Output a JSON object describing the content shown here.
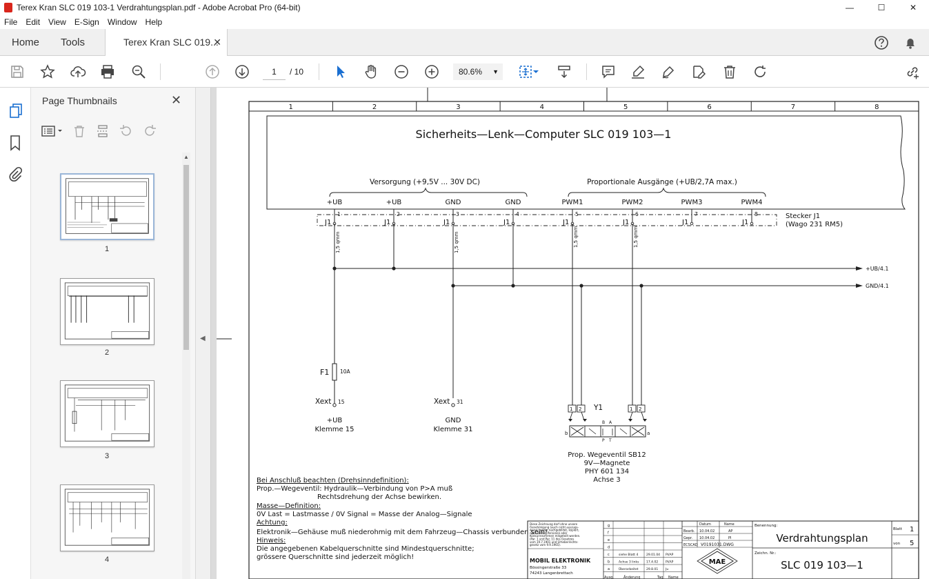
{
  "window": {
    "title": "Terex Kran SLC 019 103-1 Verdrahtungsplan.pdf - Adobe Acrobat Pro (64-bit)",
    "minimize": "—",
    "maximize": "☐",
    "close": "✕"
  },
  "menu": [
    "File",
    "Edit",
    "View",
    "E-Sign",
    "Window",
    "Help"
  ],
  "tabs": {
    "home": "Home",
    "tools": "Tools",
    "document": "Terex Kran SLC 019...",
    "close": "✕"
  },
  "toolbar": {
    "page_current": "1",
    "page_total": "/ 10",
    "zoom": "80.6%"
  },
  "thumbnails": {
    "panel_title": "Page Thumbnails",
    "close": "✕",
    "pages": [
      "1",
      "2",
      "3",
      "4"
    ]
  },
  "schematic": {
    "columns": [
      "1",
      "2",
      "3",
      "4",
      "5",
      "6",
      "7",
      "8"
    ],
    "title": "Sicherheits—Lenk—Computer SLC 019 103—1",
    "supply_group": "Versorgung (+9,5V ... 30V DC)",
    "prop_group": "Proportionale Ausgänge (+UB/2,7A max.)",
    "pins": [
      {
        "name": "+UB",
        "num": "1",
        "conn": "J1"
      },
      {
        "name": "+UB",
        "num": "2",
        "conn": "J1"
      },
      {
        "name": "GND",
        "num": "3",
        "conn": "J1"
      },
      {
        "name": "GND",
        "num": "4",
        "conn": "J1"
      },
      {
        "name": "PWM1",
        "num": "5",
        "conn": "J1"
      },
      {
        "name": "PWM2",
        "num": "6",
        "conn": "J1"
      },
      {
        "name": "PWM3",
        "num": "7",
        "conn": "J1"
      },
      {
        "name": "PWM4",
        "num": "8",
        "conn": "J1"
      }
    ],
    "connector_name": "Stecker J1",
    "connector_type": "(Wago 231 RM5)",
    "wire_size": "1,5 qmm",
    "bus_ub": "+UB/4.1",
    "bus_gnd": "GND/4.1",
    "fuse": "F1",
    "fuse_rating": "10A",
    "xext_ub": "Xext",
    "xext_ub_num": "15",
    "xext_gnd": "Xext",
    "xext_gnd_num": "31",
    "term_ub": "+UB",
    "term_ub_sub": "Klemme 15",
    "term_gnd": "GND",
    "term_gnd_sub": "Klemme 31",
    "valve_label": "Y1",
    "valve_lines": [
      "Prop. Wegeventil SB12",
      "9V—Magnete",
      "PHY 601 134",
      "Achse 3"
    ],
    "notes": [
      "Bei Anschluß beachten (Drehsinndefinition):",
      "Prop.—Wegeventil:  Hydraulik—Verbindung von P>A muß",
      "Rechtsdrehung der Achse bewirken.",
      "Masse—Definition:",
      "0V Last = Lastmasse / 0V Signal = Masse der Analog—Signale",
      "Achtung:",
      "Elektronik—Gehäuse muß niederohmig mit dem Fahrzeug—Chassis verbunden sein!",
      "Hinweis:",
      "Die angegebenen Kabelquerschnitte sind Mindestquerschnitte;",
      "grössere Querschnitte sind jederzeit möglich!"
    ],
    "titleblock": {
      "drawing_title": "Verdrahtungsplan",
      "drawing_number": "SLC 019 103—1",
      "benennung": "Benennung:",
      "zeichnr": "Zeichn. Nr.:",
      "blatt_label": "Blatt",
      "blatt": "1",
      "von_label": "von",
      "von": "5",
      "company": "MOBIL ELEKTRONIK",
      "street": "Bössingerstraße 33",
      "city": "74243 Langenbrettach",
      "logo_text": "MAE",
      "file": "V0191031.DWG",
      "cad": "ECSCAD",
      "copyright": [
        "Diese Zeichnung darf ohne unsere",
        "Genehmigung (auch nicht auszugs-",
        "weise) weder nachgebildet, kopiert,",
        "noch dritten Personen oder",
        "Konkurrenzfirmen mitgeteilt werden.",
        "(Par. 1 und Par. 11 des Gesetzes",
        "vom 19.7.1901 und Urheberrechts-",
        "gesetz vom 9.9.1965)."
      ],
      "head_datum": "Datum",
      "head_name": "Name",
      "rows": [
        {
          "label": "Bearb.",
          "date": "10.04.02",
          "name": "AP"
        },
        {
          "label": "Gepr.",
          "date": "10.04.02",
          "name": "PI"
        }
      ],
      "revisions": [
        {
          "idx": "g",
          "text": "",
          "date": "",
          "name": ""
        },
        {
          "idx": "f",
          "text": "",
          "date": "",
          "name": ""
        },
        {
          "idx": "e",
          "text": "",
          "date": "",
          "name": ""
        },
        {
          "idx": "d",
          "text": "",
          "date": "",
          "name": ""
        },
        {
          "idx": "c",
          "text": "siehe Blatt 4",
          "date": "29.01.04",
          "name": "PI/AP"
        },
        {
          "idx": "b",
          "text": "Achse 3 links",
          "date": "17.4.02",
          "name": "PI/AP"
        },
        {
          "idx": "a",
          "text": "Überarbeitet",
          "date": "29.8.01",
          "name": "Ju"
        }
      ],
      "rev_head": [
        "Ausg.",
        "Änderung",
        "Tag",
        "Name"
      ]
    }
  }
}
